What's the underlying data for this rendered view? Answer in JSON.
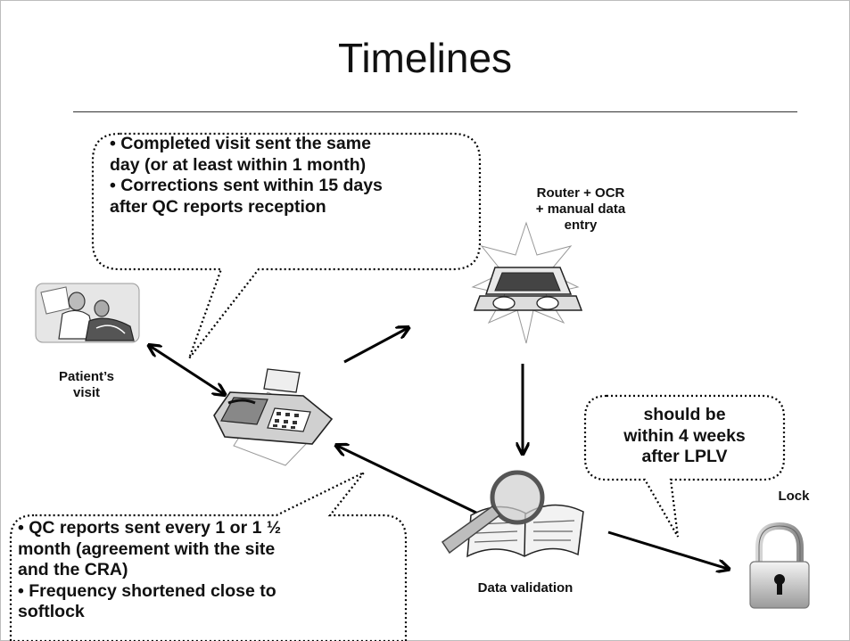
{
  "slide": {
    "title": "Timelines"
  },
  "callout_top": {
    "lines": [
      "• Completed visit sent the same",
      "day (or at least within 1 month)",
      "• Corrections sent within 15 days",
      "after QC reports reception"
    ]
  },
  "callout_bottom": {
    "lines": [
      "• QC reports sent  every 1 or 1 ½",
      "month (agreement with the site",
      "and the CRA)",
      "• Frequency shortened close to",
      "softlock"
    ]
  },
  "callout_right": {
    "lines": [
      "should be",
      "within 4 weeks",
      "after LPLV"
    ]
  },
  "nodes": {
    "router": {
      "lines": [
        "Router + OCR",
        "+ manual data",
        "entry"
      ],
      "icon": "computer-typing-icon"
    },
    "patient": {
      "lines": [
        "Patient’s",
        "visit"
      ],
      "icon": "patient-visit-icon"
    },
    "fax": {
      "icon": "fax-machine-icon"
    },
    "validation": {
      "label": "Data validation",
      "icon": "magnifier-book-icon"
    },
    "lock": {
      "label": "Lock",
      "icon": "padlock-icon"
    }
  }
}
